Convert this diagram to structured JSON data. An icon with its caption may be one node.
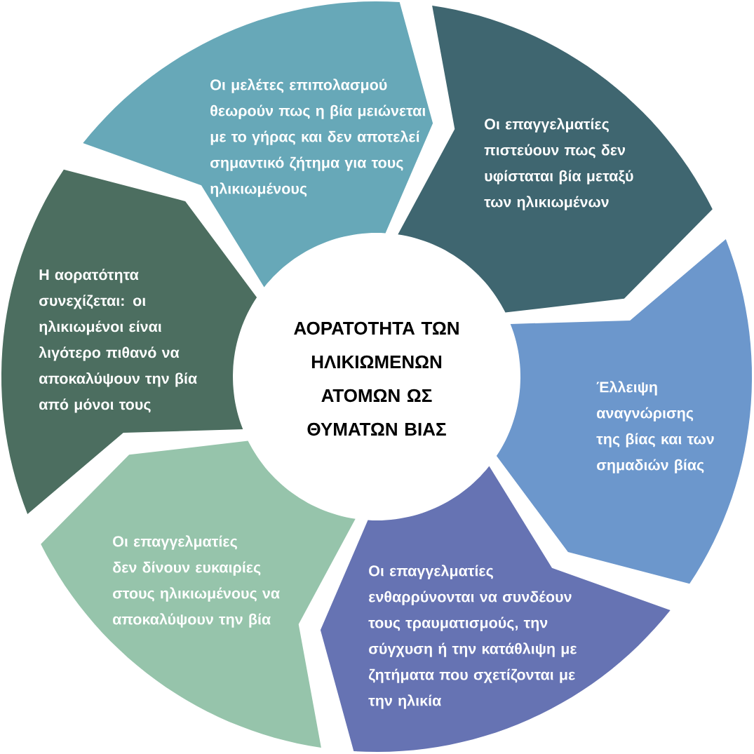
{
  "diagram": {
    "nodes": [
      {
        "text": [
          "Οι μελέτες επιπολασμού θεωρούν πως η βία μειώνεται με το γήρας και δεν αποτελεί σημαντικό ζήτημα για τους ηλικιωμένους"
        ]
      },
      {
        "text": [
          "Οι επαγγελματίες πιστεύουν πως δεν υφίσταται βία μεταξύ των ηλικιωμένων"
        ]
      },
      {
        "text": [
          "Η αορατότητα συνεχίζεται: οι ηλικιωμένοι είναι λιγότερο πιθανό να αποκαλύψουν την βία από μόνοι τους"
        ]
      },
      {
        "text": [
          "ΑΟΡΑΤΟΤΗΤΑ ΤΩΝ ΗΛΙΚΙΩΜΕΝΩΝ ΑΤΟΜΩΝ ΩΣ ΘΥΜΑΤΩΝ ΒΙΑΣ"
        ]
      },
      {
        "text": [
          "Έλλειψη αναγνώρισης της βίας και των σημαδιών βίας"
        ]
      },
      {
        "text": [
          "Οι επαγγελματίες δεν δίνουν ευκαιρίες στους ηλικιωμένους να αποκαλύψουν την βία"
        ]
      },
      {
        "text": [
          "Οι επαγγελματίες ενθαρρύνονται να συνδέουν τους τραυματισμούς, την σύγχυση ή την κατάθλιψη με ζητήματα που σχετίζονται με την ηλικία"
        ]
      }
    ]
  }
}
